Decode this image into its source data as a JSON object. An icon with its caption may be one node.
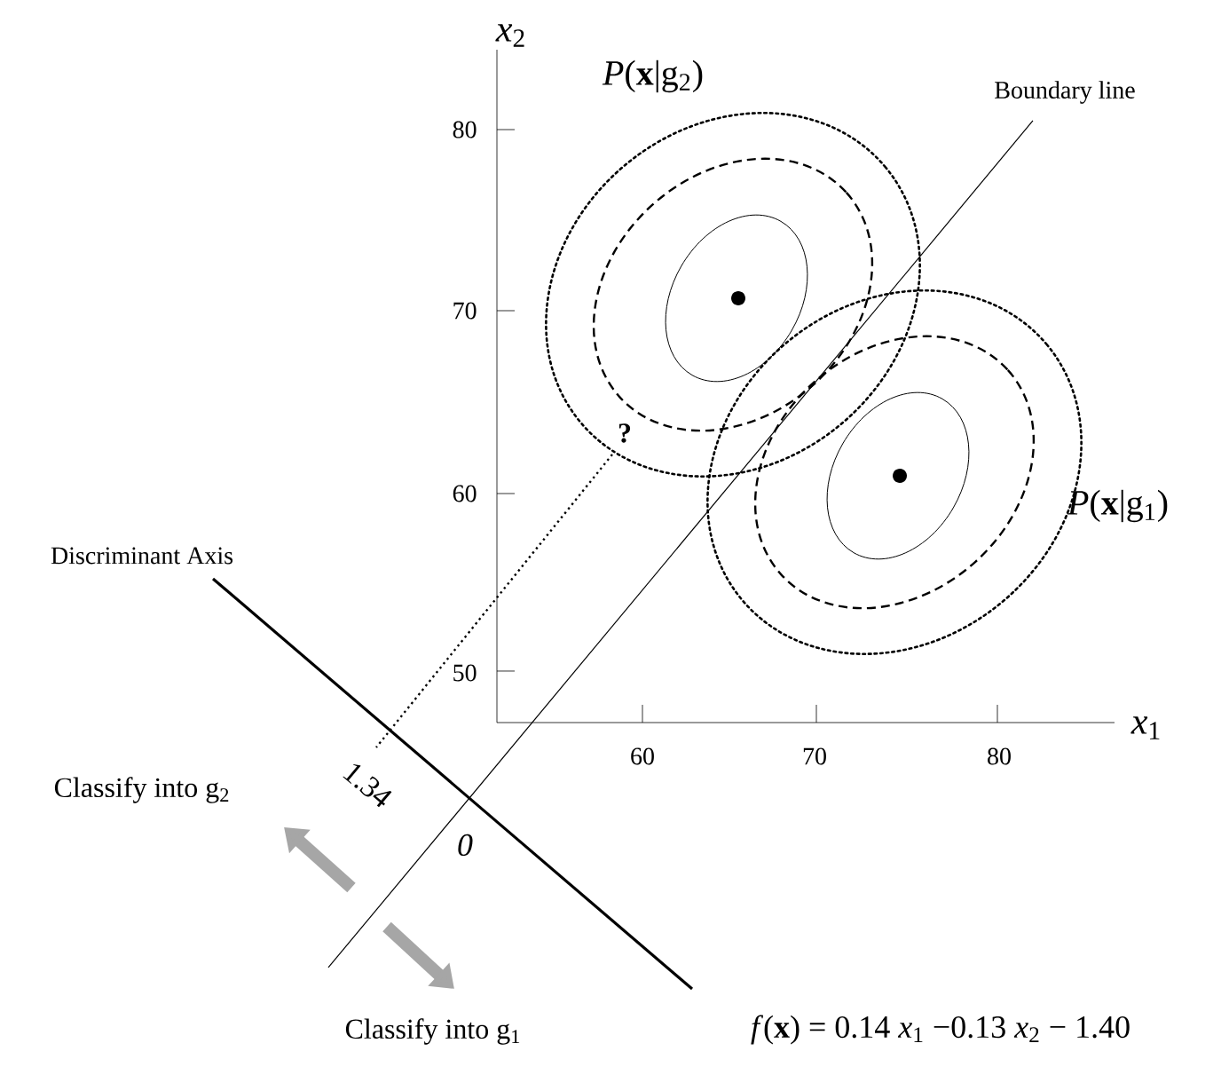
{
  "diagram": {
    "labels": [
      "*x*$_{2}$",
      "*P*(**x**|g$_{2}$)",
      "Boundary line",
      "80",
      "70",
      "60",
      "?",
      "*P*(**x**|g$_{1}$)",
      "Discriminant Axis",
      "50",
      "*x*$_{1}$",
      "60",
      "70",
      "80",
      "1.34",
      "Classify into g$_{2}$",
      "0",
      "Classify into g$_{1}$",
      "*f*(**x**) = 0.14 *x*$_{1}$ −0.13 *x*$_{2}$ − 1.40"
    ]
  }
}
